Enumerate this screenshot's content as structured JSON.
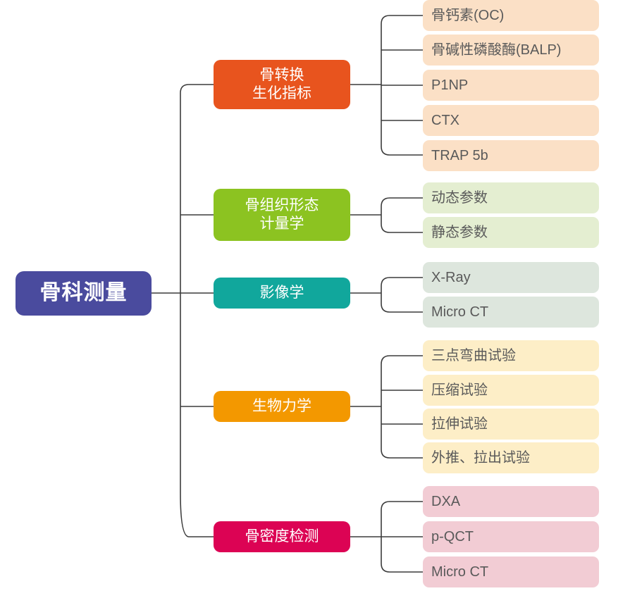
{
  "diagram": {
    "type": "mind-map",
    "title": "骨科测量",
    "root": {
      "label": "骨科测量",
      "color": "#4a4b9e",
      "text_color": "#ffffff"
    },
    "branches": [
      {
        "label": "骨转换\n生化指标",
        "line1": "骨转换",
        "line2": "生化指标",
        "color": "#e8541e",
        "leaf_color": "#fbe0c6",
        "leaf_text_color": "#5a5a5a",
        "leaves": [
          {
            "label": "骨钙素(OC)"
          },
          {
            "label": "骨碱性磷酸酶(BALP)"
          },
          {
            "label": "P1NP"
          },
          {
            "label": "CTX"
          },
          {
            "label": "TRAP 5b"
          }
        ]
      },
      {
        "label": "骨组织形态\n计量学",
        "line1": "骨组织形态",
        "line2": "计量学",
        "color": "#8cc321",
        "leaf_color": "#e4eed1",
        "leaf_text_color": "#5a5a5a",
        "leaves": [
          {
            "label": "动态参数"
          },
          {
            "label": "静态参数"
          }
        ]
      },
      {
        "label": "影像学",
        "line1": "影像学",
        "line2": "",
        "color": "#11a79c",
        "leaf_color": "#dde6dd",
        "leaf_text_color": "#5a5a5a",
        "leaves": [
          {
            "label": "X-Ray"
          },
          {
            "label": "Micro CT"
          }
        ]
      },
      {
        "label": "生物力学",
        "line1": "生物力学",
        "line2": "",
        "color": "#f39800",
        "leaf_color": "#fdeec7",
        "leaf_text_color": "#5a5a5a",
        "leaves": [
          {
            "label": "三点弯曲试验"
          },
          {
            "label": "压缩试验"
          },
          {
            "label": "拉伸试验"
          },
          {
            "label": "外推、拉出试验"
          }
        ]
      },
      {
        "label": "骨密度检测",
        "line1": "骨密度检测",
        "line2": "",
        "color": "#dc0354",
        "leaf_color": "#f2ccd4",
        "leaf_text_color": "#5a5a5a",
        "leaves": [
          {
            "label": "DXA"
          },
          {
            "label": "p-QCT"
          },
          {
            "label": "Micro CT"
          }
        ]
      }
    ],
    "connector_color": "#3c3c3c"
  }
}
